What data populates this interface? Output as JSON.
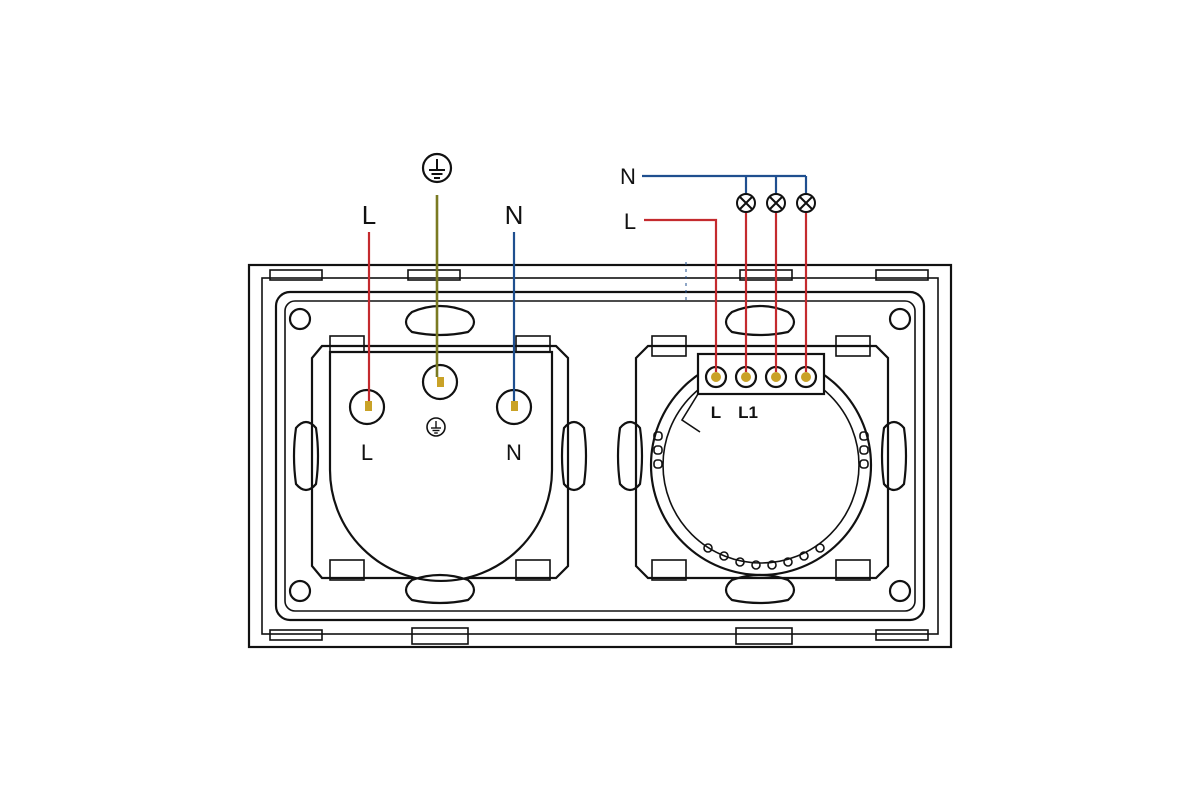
{
  "labels": {
    "socket_top_live": "L",
    "socket_top_neutral": "N",
    "socket_pin_live": "L",
    "socket_pin_neutral": "N",
    "switch_feed_neutral": "N",
    "switch_feed_live": "L",
    "switch_terminal_live": "L",
    "switch_terminal_l1": "L1"
  },
  "colors": {
    "live_wire": "#c42a2e",
    "neutral_wire": "#1f4f8f",
    "earth_wire": "#7a7a22",
    "terminal_brass": "#c9a227",
    "outline": "#111111"
  },
  "icons": {
    "earth_top": "earth-ground-icon",
    "earth_pin": "earth-ground-icon",
    "lamp": "lamp-cross-icon"
  },
  "lamp_count": 3
}
